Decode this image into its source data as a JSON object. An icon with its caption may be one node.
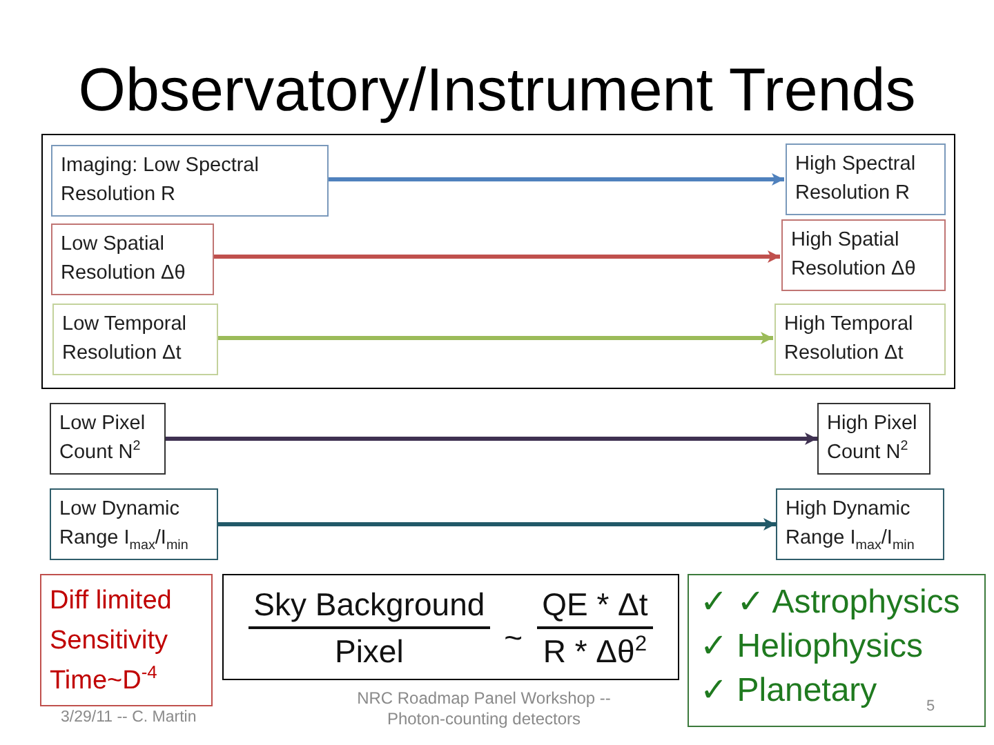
{
  "diagram": {
    "title": "Observatory/Instrument Trends",
    "nodes": [
      {
        "text": [],
        "shape": "box"
      },
      {
        "text": [
          "Imaging: Low Spectral Resolution R"
        ],
        "in": 0
      },
      {
        "text": [
          "High Spectral Resolution R"
        ],
        "in": 0
      },
      {
        "text": [
          "Low Spatial Resolution Δθ"
        ],
        "in": 0
      },
      {
        "text": [
          "High Spatial Resolution Δθ"
        ],
        "in": 0
      },
      {
        "text": [
          "Low Temporal Resolution Δt"
        ],
        "in": 0
      },
      {
        "text": [
          "High Temporal Resolution Δt"
        ],
        "in": 0
      },
      {
        "text": [
          "Low Pixel Count N$^{2}$"
        ]
      },
      {
        "text": [
          "High Pixel Count N$^{2}$"
        ]
      },
      {
        "text": [
          "Low Dynamic Range I$_{max}$/I$_{min}$"
        ]
      },
      {
        "text": [
          "High Dynamic Range I$_{max}$/I$_{min}$"
        ]
      },
      {
        "text": [
          "Diff limited Sensitivity Time~D$^{-4}$"
        ]
      },
      {
        "text": [
          "Sky Background",
          "Pixel",
          "~",
          "QE * Δt",
          "R * Δθ$^{2}$"
        ]
      },
      {
        "text": [
          "✓ ✓ Astrophysics",
          "✓ Heliophysics",
          "✓ Planetary"
        ]
      }
    ],
    "edges": [
      {
        "from": 1,
        "to": 2,
        "arrow": "to",
        "color": "#4f81bd"
      },
      {
        "from": 3,
        "to": 4,
        "arrow": "to",
        "color": "#c0504d"
      },
      {
        "from": 5,
        "to": 6,
        "arrow": "to",
        "color": "#9bbb59"
      },
      {
        "from": 7,
        "to": 8,
        "arrow": "to",
        "color": "#3f3151"
      },
      {
        "from": 9,
        "to": 10,
        "arrow": "to",
        "color": "#215968"
      }
    ],
    "labels": [
      "3/29/11 -- C. Martin",
      "NRC Roadmap Panel Workshop -- Photon-counting detectors",
      "5"
    ]
  }
}
